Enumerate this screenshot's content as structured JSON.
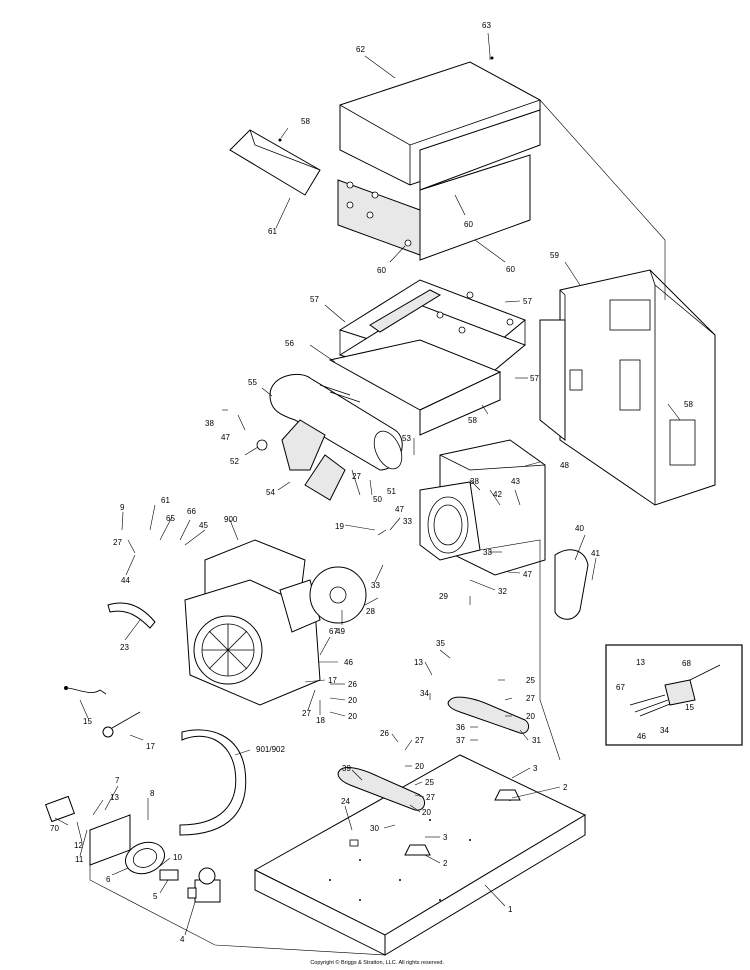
{
  "labels": {
    "l63": "63",
    "l62": "62",
    "l58a": "58",
    "l61": "61",
    "l60a": "60",
    "l60b": "60",
    "l60c": "60",
    "l59": "59",
    "l57a": "57",
    "l57b": "57",
    "l57c": "57",
    "l56": "56",
    "l58b": "58",
    "l58c": "58",
    "l55": "55",
    "l38a": "38",
    "l47a": "47",
    "l52": "52",
    "l53": "53",
    "l54": "54",
    "l27a": "27",
    "l50": "50",
    "l51": "51",
    "l48": "48",
    "l38b": "38",
    "l42": "42",
    "l43": "43",
    "l9": "9",
    "l61b": "61",
    "l65": "65",
    "l66": "66",
    "l45": "45",
    "l27b": "27",
    "l44": "44",
    "l900": "900",
    "l19": "19",
    "l47b": "47",
    "l33a": "33",
    "l33b": "33",
    "l33c": "33",
    "l47c": "47",
    "l40": "40",
    "l41": "41",
    "l29": "29",
    "l32": "32",
    "l28": "28",
    "l49": "49",
    "l23": "23",
    "l67": "67",
    "l46": "46",
    "l35": "35",
    "l13a": "13",
    "l34": "34",
    "l25a": "25",
    "l27c": "27",
    "l20a": "20",
    "l31": "31",
    "l17a": "17",
    "l27d": "27",
    "l18": "18",
    "l26a": "26",
    "l20b": "20",
    "l20c": "20",
    "l15": "15",
    "l17": "17",
    "l901": "901/902",
    "l26b": "26",
    "l27e": "27",
    "l20d": "20",
    "l36": "36",
    "l37": "37",
    "l39": "39",
    "l25b": "25",
    "l27f": "27",
    "l20e": "20",
    "l3a": "3",
    "l2a": "2",
    "l7": "7",
    "l13b": "13",
    "l8": "8",
    "l24": "24",
    "l30": "30",
    "l3b": "3",
    "l70": "70",
    "l12": "12",
    "l11": "11",
    "l10": "10",
    "l2b": "2",
    "l6": "6",
    "l5": "5",
    "l4": "4",
    "l1": "1",
    "i13": "13",
    "i68": "68",
    "i67": "67",
    "i15": "15",
    "i34": "34",
    "i46": "46"
  },
  "copyright": "Copyright © Briggs & Stratton, LLC. All rights reserved."
}
